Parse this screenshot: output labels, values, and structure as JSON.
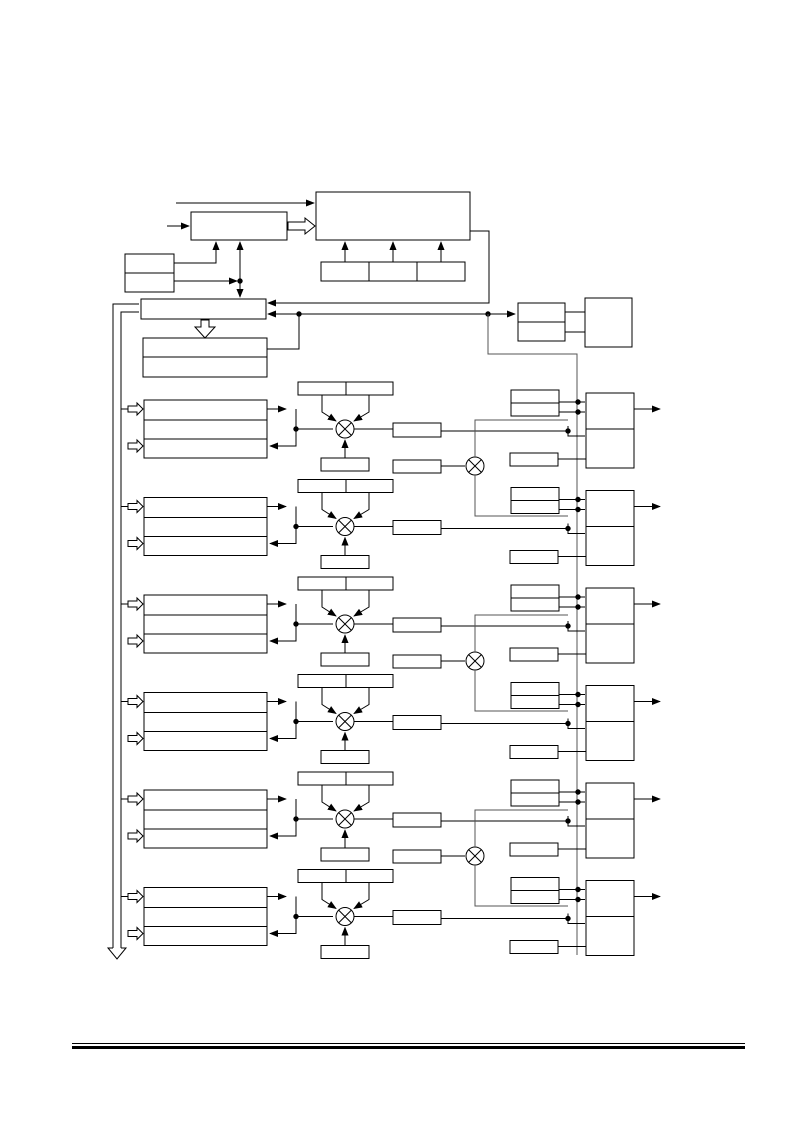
{
  "page": {
    "background": "#ffffff",
    "stroke_color": "#000000",
    "connector_color": "#555555"
  },
  "diagram": {
    "kind": "block-diagram",
    "labels_printed": false,
    "channel_count": 6,
    "channels": [
      {
        "id": 1,
        "has_combiner": true
      },
      {
        "id": 2,
        "has_combiner": false
      },
      {
        "id": 3,
        "has_combiner": true
      },
      {
        "id": 4,
        "has_combiner": false
      },
      {
        "id": 5,
        "has_combiner": true
      },
      {
        "id": 6,
        "has_combiner": false
      }
    ],
    "icons": {
      "multiplier": "circle-cross-icon",
      "arrow": "arrowhead-icon",
      "bus_arrow": "hollow-arrow-icon"
    }
  },
  "footer": {
    "rule_style": "double-rule"
  }
}
